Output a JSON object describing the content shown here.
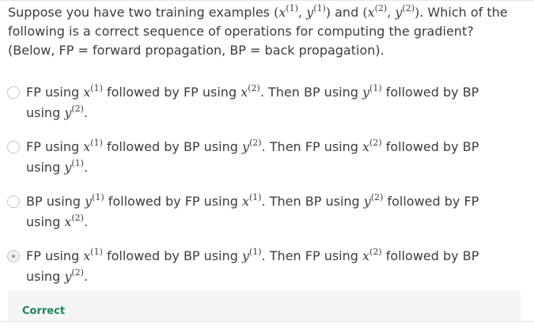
{
  "question": {
    "p1": "Suppose you have two training examples ",
    "p2": " and ",
    "p3": ". Which of the following is a correct sequence of operations for computing the gradient? (Below, FP = forward propagation, BP = back propagation)."
  },
  "options": [
    {
      "t1": "FP using ",
      "v1": "x",
      "s1": "(1)",
      "t2": " followed by FP using ",
      "v2": "x",
      "s2": "(2)",
      "t3": ". Then BP using ",
      "v3": "y",
      "s3": "(1)",
      "t4": " followed by BP using ",
      "v4": "y",
      "s4": "(2)",
      "t5": ".",
      "selected": false
    },
    {
      "t1": "FP using ",
      "v1": "x",
      "s1": "(1)",
      "t2": " followed by BP using ",
      "v2": "y",
      "s2": "(2)",
      "t3": ". Then FP using ",
      "v3": "x",
      "s3": "(2)",
      "t4": " followed by BP using ",
      "v4": "y",
      "s4": "(1)",
      "t5": ".",
      "selected": false
    },
    {
      "t1": "BP using ",
      "v1": "y",
      "s1": "(1)",
      "t2": " followed by FP using ",
      "v2": "x",
      "s2": "(1)",
      "t3": ". Then BP using ",
      "v3": "y",
      "s3": "(2)",
      "t4": " followed by FP using ",
      "v4": "x",
      "s4": "(2)",
      "t5": ".",
      "selected": false
    },
    {
      "t1": "FP using ",
      "v1": "x",
      "s1": "(1)",
      "t2": " followed by BP using ",
      "v2": "y",
      "s2": "(1)",
      "t3": ". Then FP using ",
      "v3": "x",
      "s3": "(2)",
      "t4": " followed by BP using ",
      "v4": "y",
      "s4": "(2)",
      "t5": ".",
      "selected": true
    }
  ],
  "feedback": {
    "label": "Correct"
  }
}
